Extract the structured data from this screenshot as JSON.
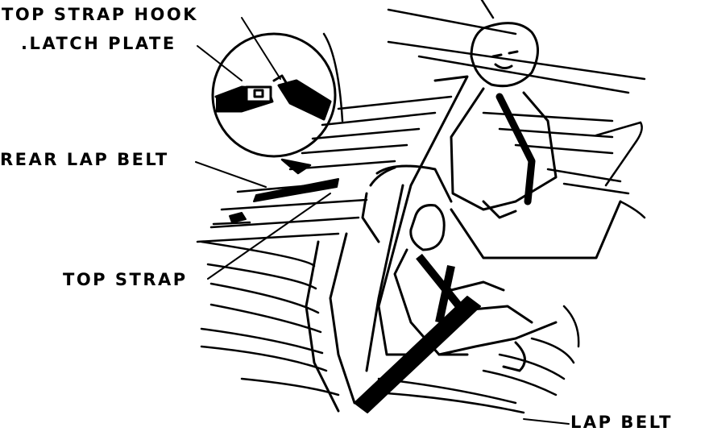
{
  "labels": {
    "top_strap_hook": "TOP STRAP HOOK",
    "latch_plate": ".LATCH PLATE",
    "rear_lap_belt": "REAR LAP BELT",
    "top_strap": "TOP STRAP",
    "lap_belt": "LAP BELT"
  },
  "colors": {
    "ink": "#000000",
    "paper": "#ffffff"
  }
}
